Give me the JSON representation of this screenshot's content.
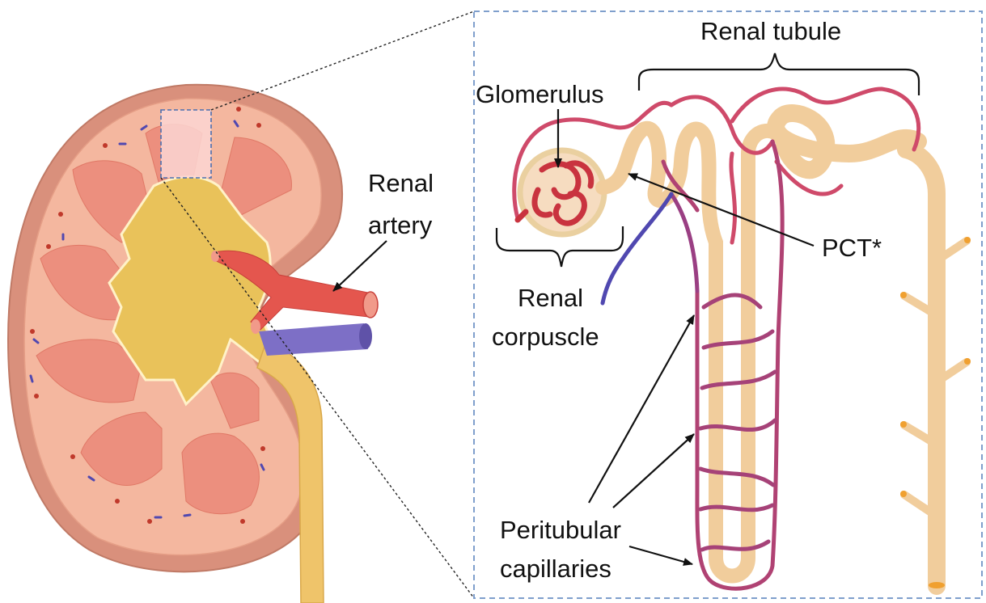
{
  "labels": {
    "renal_artery_line1": "Renal",
    "renal_artery_line2": "artery",
    "renal_tubule": "Renal tubule",
    "glomerulus": "Glomerulus",
    "pct": "PCT*",
    "renal_corpuscle_line1": "Renal",
    "renal_corpuscle_line2": "corpuscle",
    "peritubular_line1": "Peritubular",
    "peritubular_line2": "capillaries"
  },
  "colors": {
    "capsule_outer": "#d9907c",
    "cortex": "#f4b79f",
    "pyramid": "#ec8f7e",
    "pelvis": "#e9c25a",
    "ureter": "#efc46a",
    "artery": "#e4564e",
    "vein": "#7d6fc6",
    "tubule": "#f1cd9c",
    "capillary_red": "#cf4a6a",
    "capillary_purple": "#9a3f83",
    "inset_border": "#7f9fcc"
  }
}
